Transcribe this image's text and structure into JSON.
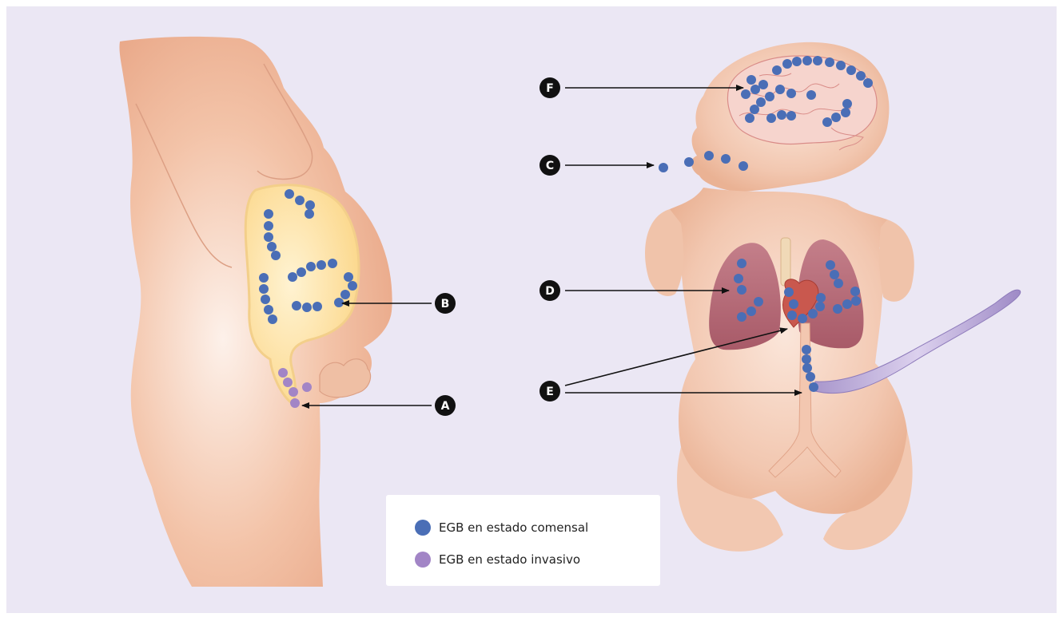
{
  "colors": {
    "background": "#ebe7f4",
    "skin_light": "#f8d8c5",
    "skin": "#efb598",
    "skin_dark": "#e6a484",
    "uterus_fill": "#fde3a6",
    "commensal": "#4a6eb6",
    "invasive": "#a285c6",
    "lung": "#b86a78",
    "umbilical_cord": "#b9a7d4",
    "arrow": "#111111",
    "marker_bg": "#111111"
  },
  "markers": {
    "A": "A",
    "B": "B",
    "C": "C",
    "D": "D",
    "E": "E",
    "F": "F"
  },
  "legend": {
    "items": [
      {
        "label": "EGB en estado comensal",
        "color": "#4a6eb6",
        "icon": "blue-dot"
      },
      {
        "label": "EGB en estado invasivo",
        "color": "#a285c6",
        "icon": "purple-dot"
      }
    ]
  }
}
